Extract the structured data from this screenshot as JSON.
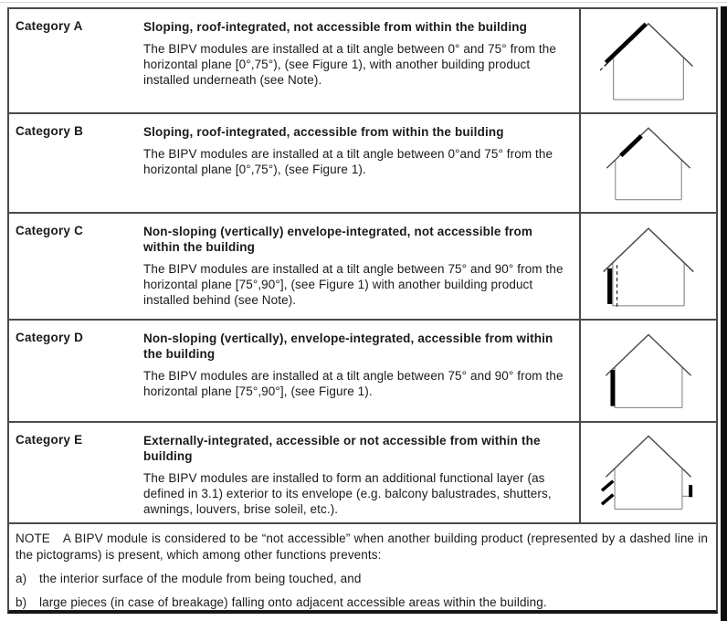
{
  "colors": {
    "border": "#4a4a4a",
    "text": "#1a1a1a",
    "module_black": "#000000",
    "background": "#ffffff"
  },
  "rows": [
    {
      "category": "Category A",
      "title": "Sloping, roof-integrated, not accessible from within the building",
      "description": "The BIPV modules are installed at a tilt angle between 0° and 75° from the horizontal plane [0°,75°), (see Figure 1), with another building product installed underneath (see Note).",
      "pictogram_icon": "house-sloped-roof-module-with-dashed-underlay-icon"
    },
    {
      "category": "Category B",
      "title": "Sloping, roof-integrated, accessible from within the building",
      "description": "The BIPV modules are installed at a tilt angle between 0°and 75° from the horizontal plane  [0°,75°), (see Figure 1).",
      "pictogram_icon": "house-sloped-roof-module-icon"
    },
    {
      "category": "Category C",
      "title": "Non-sloping (vertically) envelope-integrated, not accessible from within the building",
      "description": "The BIPV modules are installed at a tilt angle between 75° and 90° from the horizontal plane [75°,90°], (see Figure 1) with another building product installed behind (see Note).",
      "pictogram_icon": "house-vertical-wall-module-with-dashed-backing-icon"
    },
    {
      "category": "Category D",
      "title": "Non-sloping (vertically), envelope-integrated, accessible from within the building",
      "description": "The BIPV modules are installed at a tilt angle between 75° and 90° from the horizontal plane [75°,90°], (see Figure 1).",
      "pictogram_icon": "house-vertical-wall-module-icon"
    },
    {
      "category": "Category E",
      "title": "Externally-integrated, accessible or not accessible from within the building",
      "description": "The BIPV modules are installed to form an additional functional layer (as defined in 3.1) exterior to its envelope (e.g. balcony balustrades, shutters, awnings, louvers, brise soleil, etc.).",
      "pictogram_icon": "house-external-louvers-and-balcony-module-icon"
    }
  ],
  "note": {
    "label": "NOTE",
    "text": "A BIPV module is considered to be “not accessible” when another building product (represented by a dashed line in the pictograms) is present, which among other functions prevents:",
    "items": [
      {
        "marker": "a)",
        "text": "the interior surface of the module from being touched, and"
      },
      {
        "marker": "b)",
        "text": "large pieces (in case of breakage) falling onto adjacent accessible areas within the building."
      }
    ]
  }
}
